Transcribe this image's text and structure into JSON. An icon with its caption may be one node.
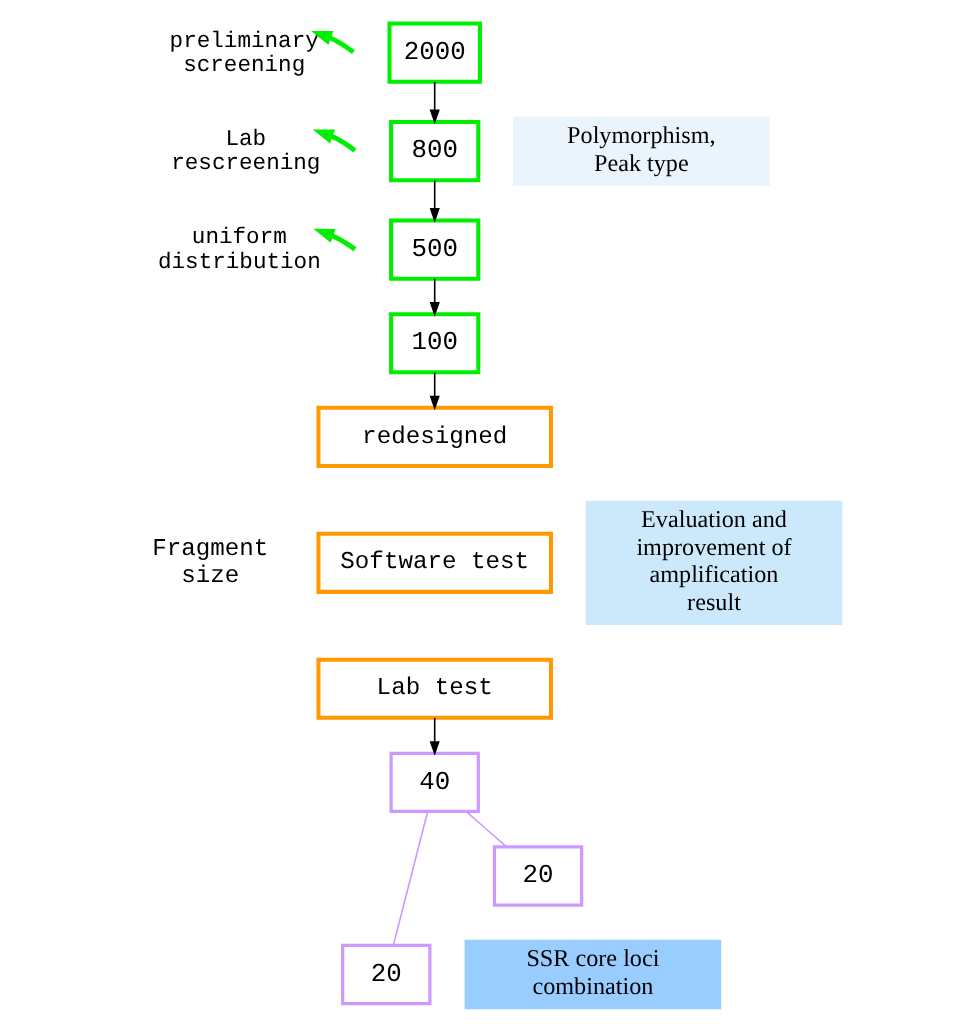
{
  "diagram": {
    "nodes": [
      {
        "text": [
          "2000"
        ]
      },
      {
        "text": [
          "preliminary screening"
        ]
      },
      {
        "text": [
          "800"
        ]
      },
      {
        "text": [
          "Lab rescreening"
        ]
      },
      {
        "text": [
          "500"
        ]
      },
      {
        "text": [
          "uniform distribution"
        ]
      },
      {
        "text": [
          "100"
        ]
      },
      {
        "text": [
          "Polymorphism, Peak type"
        ]
      },
      {
        "text": [
          "redesigned"
        ]
      },
      {
        "text": [
          "Software test"
        ]
      },
      {
        "text": [
          "Lab test"
        ]
      },
      {
        "text": [
          "Evaluation and improvement of amplification result"
        ]
      },
      {
        "text": [
          "40"
        ]
      },
      {
        "text": [
          "SSR core loci combination"
        ]
      },
      {
        "text": [
          "20"
        ]
      },
      {
        "text": [
          "20"
        ]
      }
    ],
    "edges": [
      {
        "from": 0,
        "to": 2,
        "arrow": "to"
      },
      {
        "from": null,
        "to": 1,
        "arrow": "to",
        "style": "thick",
        "color": "#00ee00"
      },
      {
        "from": 2,
        "to": 4,
        "arrow": "to"
      },
      {
        "from": null,
        "to": 3,
        "arrow": "to",
        "style": "thick",
        "color": "#00ee00"
      },
      {
        "from": 4,
        "to": 6,
        "arrow": "to"
      },
      {
        "from": null,
        "to": 5,
        "arrow": "to",
        "style": "thick",
        "color": "#00ee00"
      },
      {
        "from": 6,
        "to": 8,
        "arrow": "to"
      },
      {
        "from": 10,
        "to": 12,
        "arrow": "to"
      },
      {
        "from": 12,
        "to": 14,
        "arrow": "none",
        "color": "#cc99ff"
      },
      {
        "from": 12,
        "to": 15,
        "arrow": "none",
        "color": "#cc99ff"
      }
    ],
    "labels": [
      "Fragment size"
    ]
  }
}
